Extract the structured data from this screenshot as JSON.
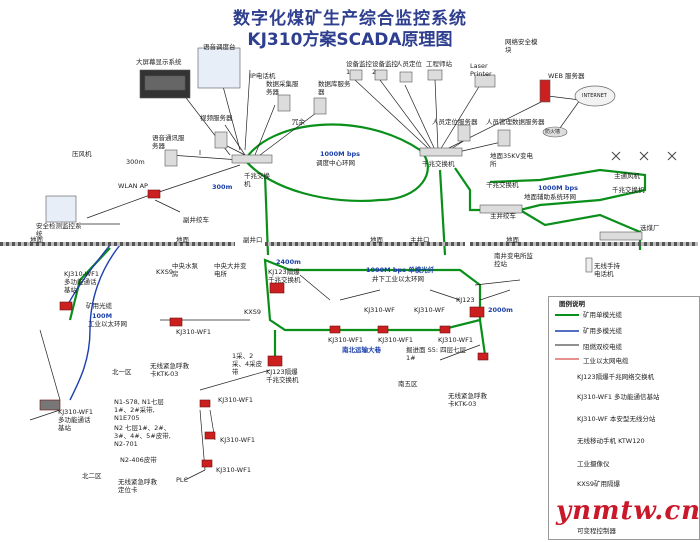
{
  "title": {
    "line1": "数字化煤矿生产综合监控系统",
    "line2": "KJ310方案SCADA原理图"
  },
  "labels": {
    "big_screen": "大屏幕显示系统",
    "voice_console": "语音调度台",
    "ip_phone": "IP电话机",
    "device_mon1": "设备监控1",
    "device_mon2": "设备监控2",
    "person_locate": "人员定位",
    "eng_station": "工程师站",
    "net_security": "网络安全模块",
    "laser_printer": "Laser Printer",
    "web_server": "WEB 服务器",
    "internet": "INTERNET",
    "firewall": "防火墙",
    "video_server": "视频服务器",
    "data_server": "数据采集服务器",
    "backup": "冗余",
    "db_server": "数据库服务器",
    "voice_server": "语音通讯服务器",
    "person_server1": "人员定位服务器",
    "person_server2": "人员管理数据服务器",
    "fan_press": "压风机",
    "dist_300m_a": "300m",
    "wlan_ap": "WLAN AP",
    "dist_300m_b": "300m",
    "gigabit_sw_a": "千兆交换机",
    "ring_1000m": "1000M bps",
    "ring_sub": "调度中心环网",
    "winch": "副井绞车",
    "substation35": "地面35KV变电所",
    "gigabit_sw_b": "千兆交换机",
    "main_fan": "主通风机",
    "surface_aux_ring1": "1000M bps",
    "surface_aux_ring2": "地面辅助系统环网",
    "gigabit_sw_c": "千兆交换机",
    "main_winch": "主井绞车",
    "coal_prep": "选煤厂",
    "safety_mon": "安全检测监控系统",
    "ground1": "地面",
    "ground2": "地面",
    "aux_shaft": "副井口",
    "ground3": "地面",
    "main_shaft": "主井口",
    "ground4": "地面",
    "wifi_phone": "无线手持电话机",
    "kj310wf1_a": "KJ310-WF1",
    "multi_base_a": "多功能通话基站",
    "fiber_100m": "100M",
    "fiber_eth": "工业以太环网",
    "mine_fiber": "矿用光缆",
    "central_pump": "中央水泵房",
    "central_sub": "中央大井变电所",
    "kxs9_a": "KXS9",
    "kxs9_b": "KXS9",
    "kj123_sw_a": "KJ123隔爆千兆交换机",
    "dist_2400m": "2400m",
    "ring_1000m_b1": "1000M bps 单模光纤",
    "ring_1000m_b2": "井下工业以太环网",
    "south_sub": "南井变电所监控站",
    "kj310wf1_b": "KJ310-WF1",
    "kj123_b": "KJ123",
    "kj310_wf_c": "KJ310-WF",
    "kj310_wf_d": "KJ310-WF",
    "kj310wf1_e": "KJ310-WF1",
    "kj310wf1_f": "KJ310-WF1",
    "kj310wf1_g": "KJ310-WF1",
    "dist_2000m": "2000m",
    "south_north": "南北运输大巷",
    "north1": "北一区",
    "belt": "1采、2采、4采皮带",
    "kj123_sw_c": "KJ123隔爆千兆交换机",
    "heading_s5": "掘进面 S5: 四层七层1#",
    "south5": "南五区",
    "kj310wf1_h": "KJ310-WF1",
    "multi_base_b": "多功能通话基站",
    "n1_text": "N1-S78, N1七层1#、2#采带, N1E705",
    "n2_text": "N2 七层1#、2#、3#、4#、5#皮带, N2-701",
    "n2_406": "N2-406皮带",
    "wireless_locate": "无线紧急呼救定位卡",
    "plc": "PLC",
    "kj310wf1_i": "KJ310-WF1",
    "kj310wf1_j": "KJ310-WF1",
    "kj310wf1_k": "KJ310-WF1",
    "north2": "北二区",
    "wireless_card_a": "无线紧急呼救卡KTK-03",
    "wireless_card_b": "无线紧急呼救卡KTK-03",
    "watermark": "ynmtw.cn"
  },
  "legend": {
    "title": "图例说明",
    "items": [
      {
        "label": "矿用单模光缆",
        "kind": "green-line"
      },
      {
        "label": "矿用多模光缆",
        "kind": "black-line"
      },
      {
        "label": "阻燃双绞电缆",
        "kind": "black-line"
      },
      {
        "label": "工业以太网电缆",
        "kind": "red-line"
      },
      {
        "label": "KJ123隔爆千兆网络交换机",
        "kind": "red-box"
      },
      {
        "label": "KJ310-WF1 多功能通信基站",
        "kind": "red-box"
      },
      {
        "label": "KJ310-WF 本安型无线分站",
        "kind": "gray-box"
      },
      {
        "label": "无线移动手机 KTW120",
        "kind": "phone"
      },
      {
        "label": "工业摄像仪",
        "kind": "camera"
      },
      {
        "label": "KXS9矿用隔爆",
        "kind": "kxs"
      },
      {
        "label": "可变程控制器",
        "kind": "plc"
      }
    ]
  },
  "colors": {
    "title": "#2f3f8f",
    "green_line": "#0a8f1a",
    "fiber_blue": "#1b3fb0",
    "red_device": "#cc2020",
    "watermark": "#c8182a"
  }
}
